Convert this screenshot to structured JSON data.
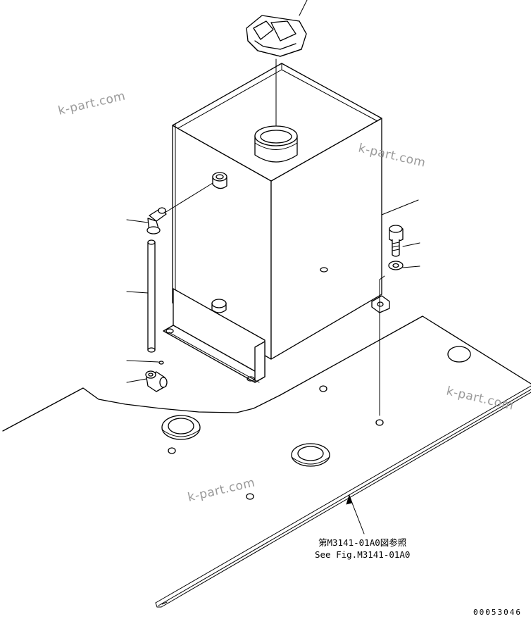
{
  "watermarks": [
    "k-part.com",
    "k-part.com",
    "k-part.com",
    "k-part.com"
  ],
  "reference": {
    "line_jp": "第M3141-01A0図参照",
    "line_en": "See Fig.M3141-01A0"
  },
  "drawing_number": "00053046"
}
